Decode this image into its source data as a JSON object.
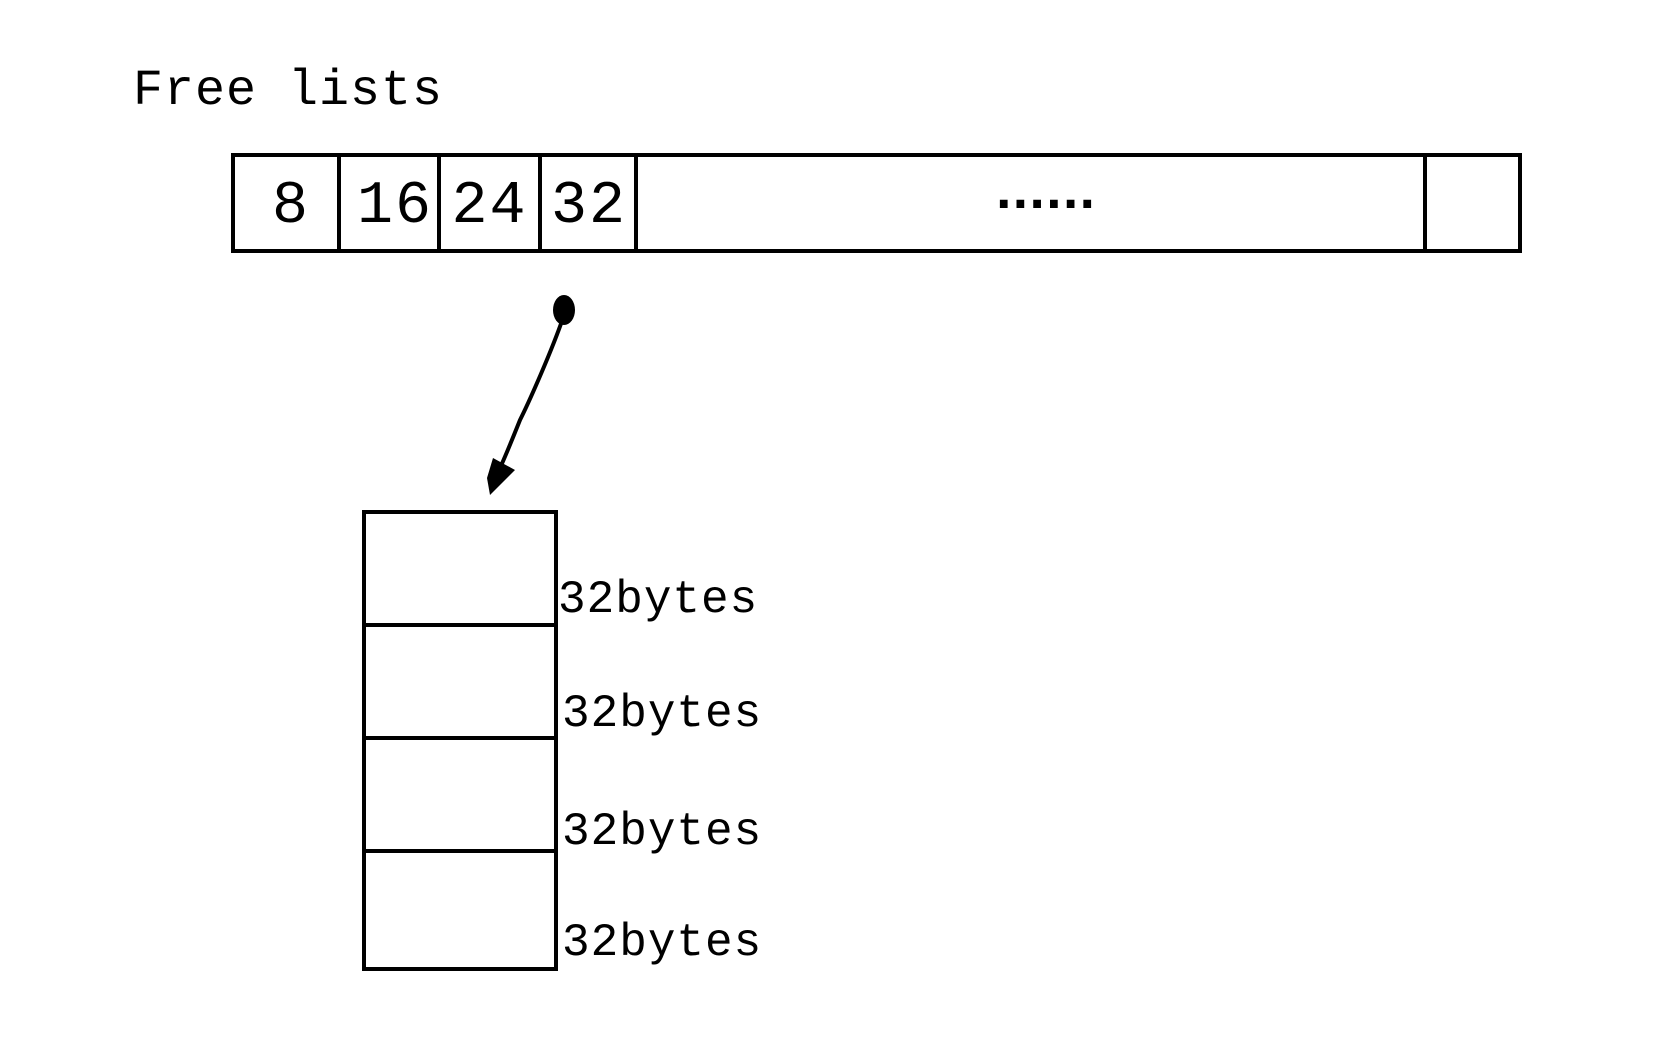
{
  "title": "Free lists",
  "free_list": {
    "slots": [
      "8",
      "16",
      "24",
      "32"
    ],
    "ellipsis": "......",
    "last_slot": ""
  },
  "pointer": {
    "from_slot": "32",
    "to": "block-stack"
  },
  "blocks": [
    {
      "label": "32bytes"
    },
    {
      "label": "32bytes"
    },
    {
      "label": "32bytes"
    },
    {
      "label": "32bytes"
    }
  ]
}
